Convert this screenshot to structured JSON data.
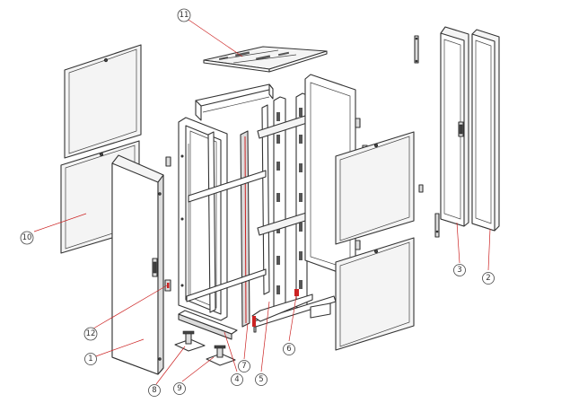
{
  "callouts": [
    {
      "id": "c1",
      "label": "1",
      "part": "front-door"
    },
    {
      "id": "c2",
      "label": "2",
      "part": "side-panel-outer"
    },
    {
      "id": "c3",
      "label": "3",
      "part": "rear-door"
    },
    {
      "id": "c4",
      "label": "4",
      "part": "front-mounting-rail"
    },
    {
      "id": "c5",
      "label": "5",
      "part": "bottom-frame-bar"
    },
    {
      "id": "c6",
      "label": "6",
      "part": "cable-management-bar"
    },
    {
      "id": "c7",
      "label": "7",
      "part": "mounting-profile"
    },
    {
      "id": "c8",
      "label": "8",
      "part": "leveling-foot"
    },
    {
      "id": "c9",
      "label": "9",
      "part": "caster-wheel"
    },
    {
      "id": "c10",
      "label": "10",
      "part": "side-panel-left"
    },
    {
      "id": "c11",
      "label": "11",
      "part": "top-cover"
    },
    {
      "id": "c12",
      "label": "12",
      "part": "door-lock"
    }
  ],
  "colors": {
    "outline": "#333333",
    "leader": "#cc2222",
    "panel_fill": "#f4f4f4",
    "background": "#ffffff"
  }
}
